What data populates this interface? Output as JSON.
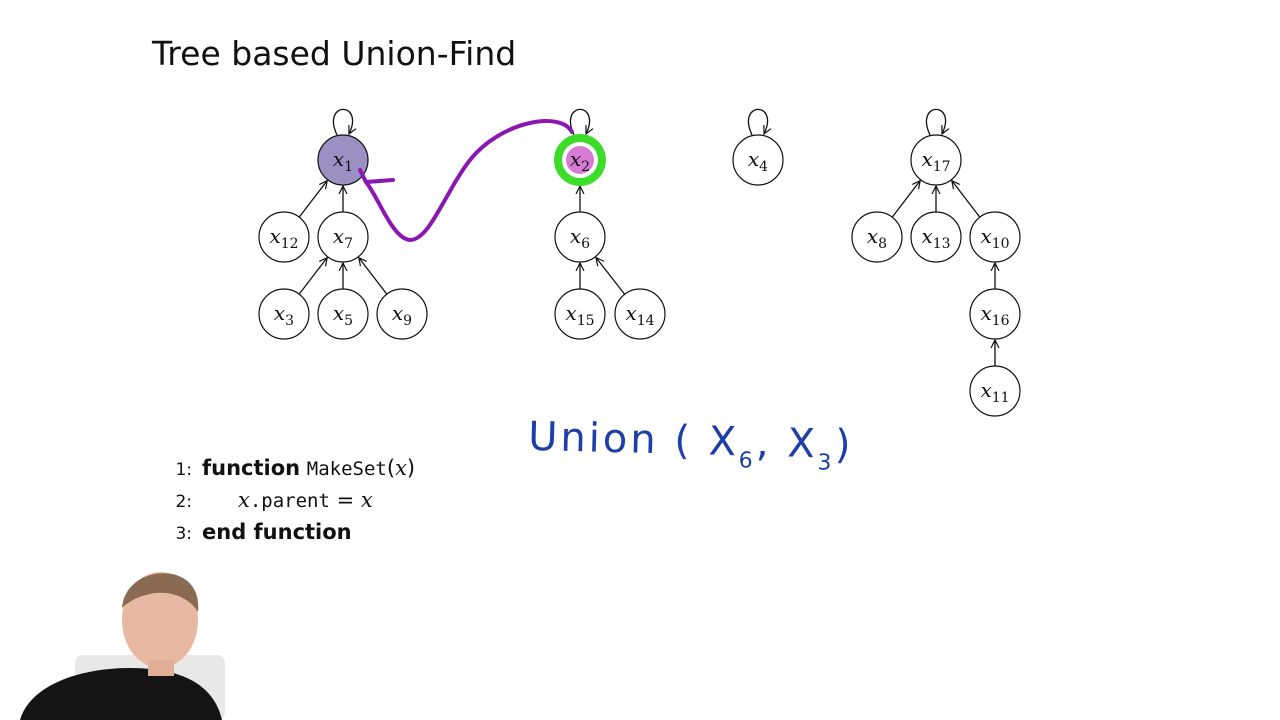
{
  "title": "Tree based Union-Find",
  "diagram": {
    "nodes": [
      {
        "id": "x1",
        "base": "x",
        "sub": "1",
        "highlight": "purple"
      },
      {
        "id": "x12",
        "base": "x",
        "sub": "12"
      },
      {
        "id": "x7",
        "base": "x",
        "sub": "7"
      },
      {
        "id": "x3",
        "base": "x",
        "sub": "3"
      },
      {
        "id": "x5",
        "base": "x",
        "sub": "5"
      },
      {
        "id": "x9",
        "base": "x",
        "sub": "9"
      },
      {
        "id": "x2",
        "base": "x",
        "sub": "2",
        "highlight": "green"
      },
      {
        "id": "x6",
        "base": "x",
        "sub": "6"
      },
      {
        "id": "x15",
        "base": "x",
        "sub": "15"
      },
      {
        "id": "x14",
        "base": "x",
        "sub": "14"
      },
      {
        "id": "x4",
        "base": "x",
        "sub": "4"
      },
      {
        "id": "x17",
        "base": "x",
        "sub": "17"
      },
      {
        "id": "x8",
        "base": "x",
        "sub": "8"
      },
      {
        "id": "x13",
        "base": "x",
        "sub": "13"
      },
      {
        "id": "x10",
        "base": "x",
        "sub": "10"
      },
      {
        "id": "x16",
        "base": "x",
        "sub": "16"
      },
      {
        "id": "x11",
        "base": "x",
        "sub": "11"
      }
    ],
    "edges": [
      {
        "from": "x12",
        "to": "x1"
      },
      {
        "from": "x7",
        "to": "x1"
      },
      {
        "from": "x3",
        "to": "x7"
      },
      {
        "from": "x5",
        "to": "x7"
      },
      {
        "from": "x9",
        "to": "x7"
      },
      {
        "from": "x6",
        "to": "x2"
      },
      {
        "from": "x15",
        "to": "x6"
      },
      {
        "from": "x14",
        "to": "x6"
      },
      {
        "from": "x8",
        "to": "x17"
      },
      {
        "from": "x13",
        "to": "x17"
      },
      {
        "from": "x10",
        "to": "x17"
      },
      {
        "from": "x16",
        "to": "x10"
      },
      {
        "from": "x11",
        "to": "x16"
      }
    ],
    "roots": [
      "x1",
      "x2",
      "x4",
      "x17"
    ],
    "colors": {
      "node_stroke": "#111111",
      "purple_fill": "#9b8fc4",
      "green_mark": "#3ddc2a",
      "pink_fill": "#d36bd0",
      "ink_purple": "#8a18b0",
      "ink_blue": "#1f3fa8"
    }
  },
  "code": {
    "lines": [
      {
        "num": "1:",
        "keyword": "function",
        "name": "MakeSet",
        "lparen": "(",
        "arg": "x",
        "rparen": ")"
      },
      {
        "num": "2:",
        "lhs": "x",
        "field": ".parent",
        "eq": " = ",
        "rhs": "x"
      },
      {
        "num": "3:",
        "keyword": "end function"
      }
    ]
  },
  "annotation": {
    "prefix": "Union ( X",
    "sub1": "6",
    "mid": ", X",
    "sub2": "3",
    "suffix": ")"
  }
}
